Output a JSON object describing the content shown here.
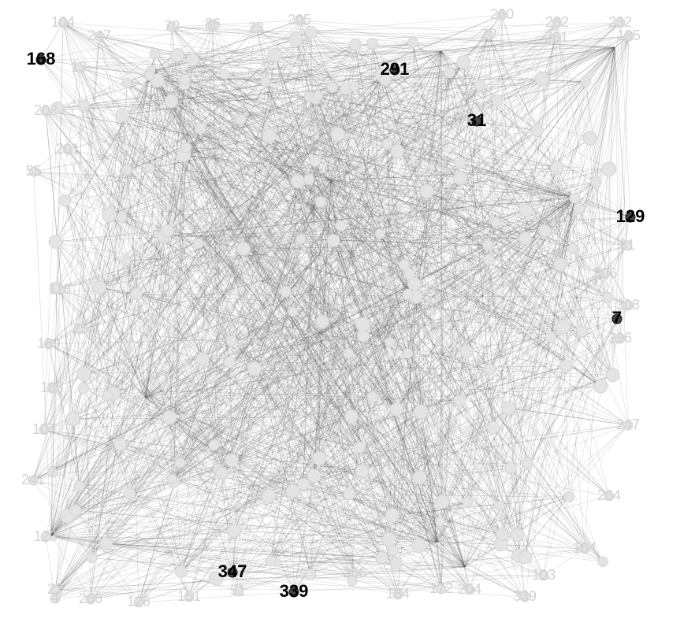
{
  "highlighted": [
    "168",
    "291",
    "31",
    "129",
    "7",
    "347",
    "339"
  ],
  "faded_labels": [
    "104",
    "247",
    "70",
    "86",
    "23",
    "205",
    "260",
    "282",
    "232",
    "185",
    "261",
    "20",
    "13",
    "202",
    "201",
    "55",
    "31",
    "306",
    "308",
    "296",
    "247",
    "264",
    "164",
    "103",
    "339",
    "184",
    "204",
    "266",
    "126",
    "151",
    "51",
    "4",
    "22",
    "123",
    "7",
    "107",
    "183",
    "189",
    "25",
    "118",
    "241",
    "172",
    "266"
  ]
}
